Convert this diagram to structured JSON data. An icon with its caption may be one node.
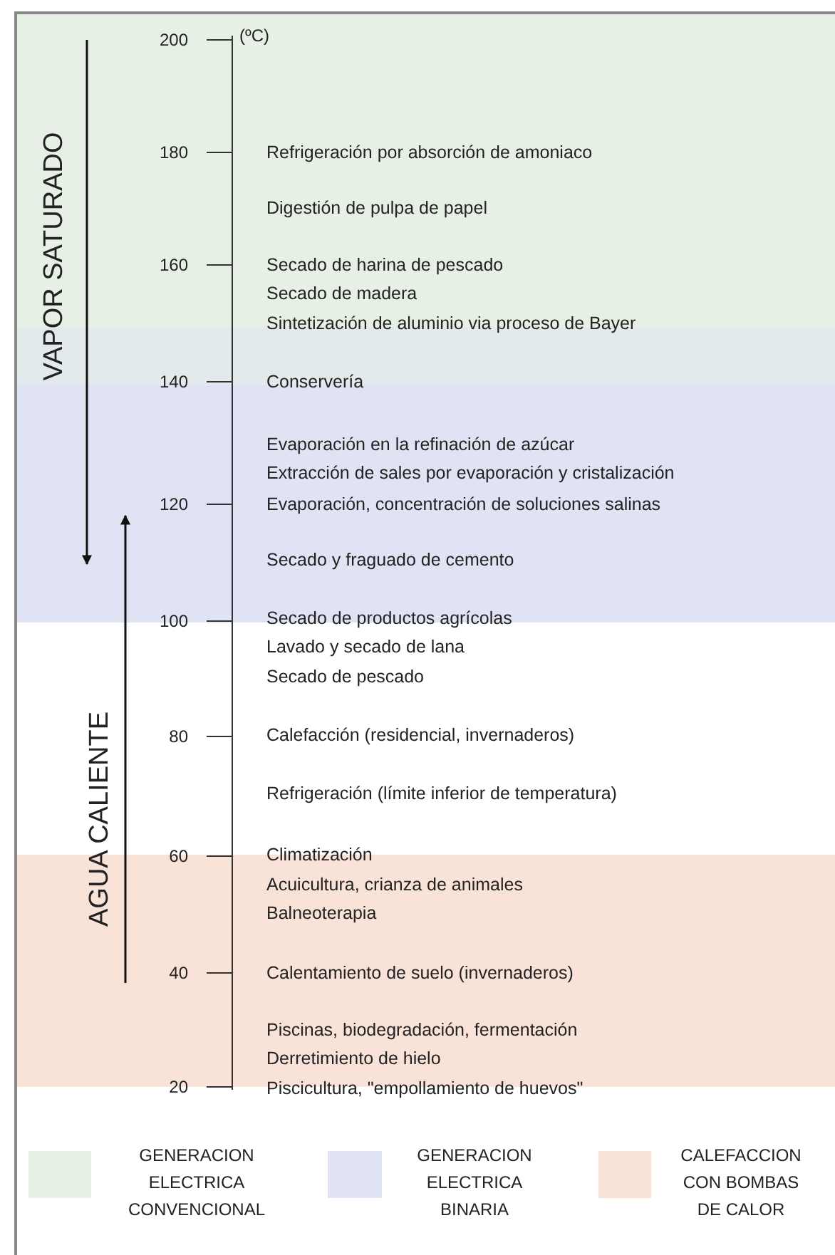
{
  "diagram": {
    "labels": [
      "200",
      "(ºC)",
      "180",
      "Refrigeración por absorción de amoniaco",
      "Digestión de pulpa de papel",
      "160",
      "Secado de harina de pescado",
      "Secado de madera",
      "Sintetización de aluminio via proceso de Bayer",
      "140",
      "Conservería",
      "Evaporación en la refinación de azúcar",
      "Extracción de sales por evaporación y cristalización",
      "120",
      "Evaporación, concentración de soluciones salinas",
      "Secado y fraguado de cemento",
      "100",
      "Secado de productos agrícolas",
      "Lavado y secado de lana",
      "Secado de pescado",
      "80",
      "Calefacción (residencial, invernaderos)",
      "Refrigeración (límite inferior de temperatura)",
      "60",
      "Climatización",
      "Acuicultura, crianza de animales",
      "Balneoterapia",
      "40",
      "Calentamiento de suelo (invernaderos)",
      "Piscinas, biodegradación, fermentación",
      "Derretimiento de hielo",
      "20",
      "Piscicultura, \"empollamiento de huevos\"",
      "VAPOR SATURADO",
      "AGUA CALIENTE"
    ],
    "legend": [
      {
        "text": "GENERACION ELECTRICA CONVENCIONAL",
        "color": "#e6f0e4"
      },
      {
        "text": "GENERACION ELECTRICA BINARIA",
        "color": "#e0e3f3"
      },
      {
        "text": "CALEFACCION CON BOMBAS DE CALOR",
        "color": "#f9e3d8"
      }
    ]
  }
}
